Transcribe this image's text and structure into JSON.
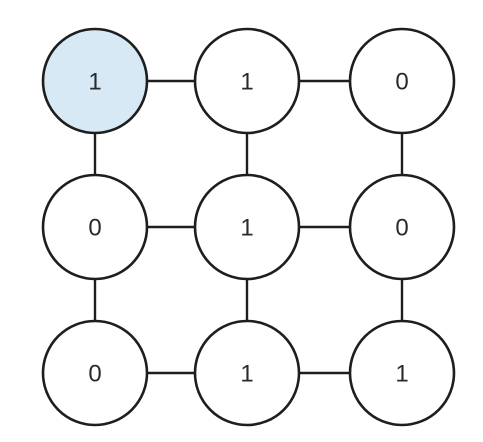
{
  "grid": {
    "rows": [
      [
        {
          "value": "1",
          "highlighted": true
        },
        {
          "value": "1",
          "highlighted": false
        },
        {
          "value": "0",
          "highlighted": false
        }
      ],
      [
        {
          "value": "0",
          "highlighted": false
        },
        {
          "value": "1",
          "highlighted": false
        },
        {
          "value": "0",
          "highlighted": false
        }
      ],
      [
        {
          "value": "0",
          "highlighted": false
        },
        {
          "value": "1",
          "highlighted": false
        },
        {
          "value": "1",
          "highlighted": false
        }
      ]
    ]
  },
  "colors": {
    "highlight_fill": "#d6e9f5",
    "node_fill": "#ffffff",
    "stroke": "#1e1e1e"
  }
}
